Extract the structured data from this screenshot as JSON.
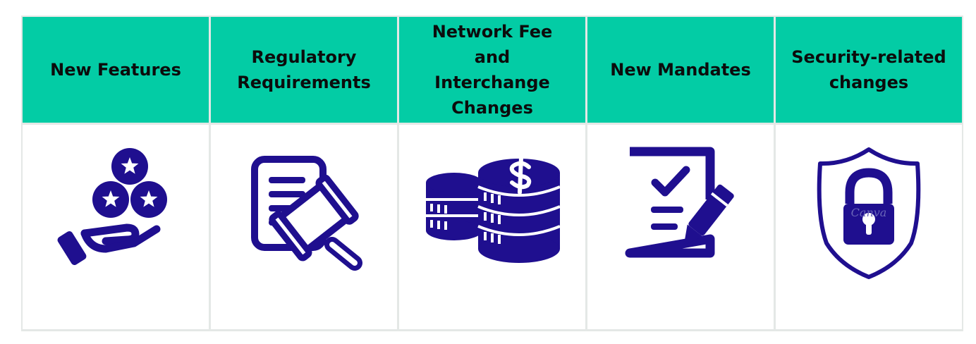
{
  "table": {
    "headers": [
      {
        "label": "New Features"
      },
      {
        "label": "Regulatory Requirements"
      },
      {
        "label": "Network Fee and Interchange Changes"
      },
      {
        "label": "New Mandates"
      },
      {
        "label": "Security-related changes"
      }
    ]
  },
  "icons": [
    "hand-holding-stars-icon",
    "document-gavel-icon",
    "coin-stacks-dollar-icon",
    "checklist-pen-icon",
    "shield-padlock-icon"
  ],
  "watermark": "Canva",
  "colors": {
    "header_bg": "#03cca5",
    "icon": "#1f0f8f",
    "border": "#e4e8e6"
  }
}
